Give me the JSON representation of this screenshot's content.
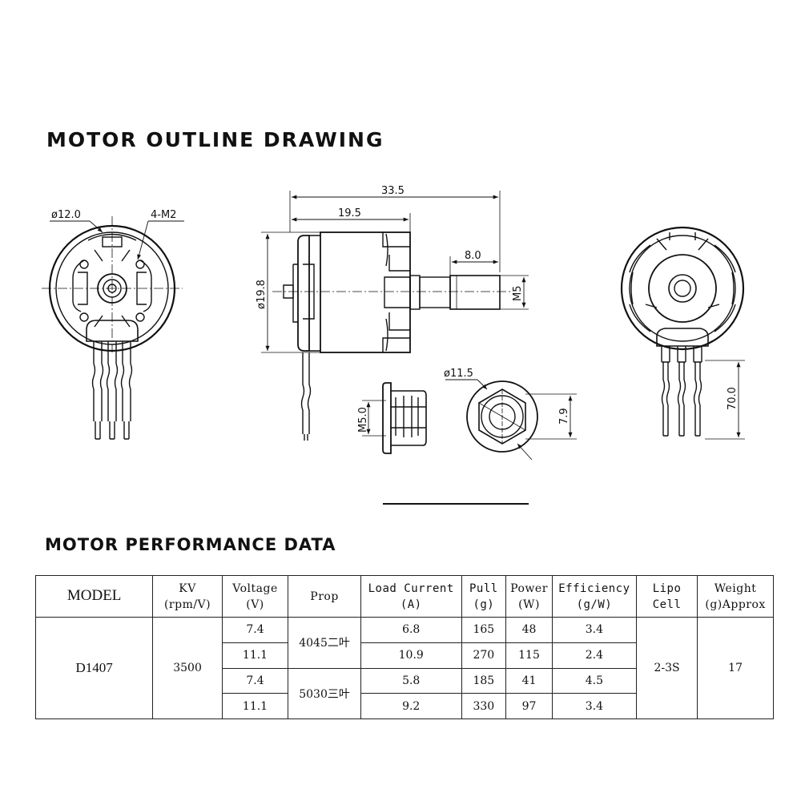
{
  "sections": {
    "outline_title": "MOTOR OUTLINE DRAWING",
    "performance_title": "MOTOR PERFORMANCE DATA"
  },
  "dimensions": {
    "front_diameter": "ø12.0",
    "mount_holes": "4-M2",
    "body_diameter": "ø19.8",
    "total_length": "33.5",
    "body_length": "19.5",
    "shaft_length": "8.0",
    "shaft_thread": "M5",
    "nut_thread": "M5.0",
    "nut_diameter": "ø11.5",
    "nut_height": "7.9",
    "lead_length": "70.0"
  },
  "table": {
    "headers": {
      "model": "MODEL",
      "kv": [
        "KV",
        "(rpm/V)"
      ],
      "voltage": [
        "Voltage",
        "(V)"
      ],
      "prop": "Prop",
      "load_current": [
        "Load Current",
        "(A)"
      ],
      "pull": [
        "Pull",
        "(g)"
      ],
      "power": [
        "Power",
        "(W)"
      ],
      "efficiency": [
        "Efficiency",
        "(g/W)"
      ],
      "lipo": [
        "Lipo",
        "Cell"
      ],
      "weight": [
        "Weight",
        "(g)Approx"
      ]
    },
    "model": "D1407",
    "kv": "3500",
    "lipo": "2-3S",
    "weight": "17",
    "props": [
      "4045二叶",
      "5030三叶"
    ],
    "rows": [
      {
        "voltage": "7.4",
        "current": "6.8",
        "pull": "165",
        "power": "48",
        "efficiency": "3.4"
      },
      {
        "voltage": "11.1",
        "current": "10.9",
        "pull": "270",
        "power": "115",
        "efficiency": "2.4"
      },
      {
        "voltage": "7.4",
        "current": "5.8",
        "pull": "185",
        "power": "41",
        "efficiency": "4.5"
      },
      {
        "voltage": "11.1",
        "current": "9.2",
        "pull": "330",
        "power": "97",
        "efficiency": "3.4"
      }
    ]
  }
}
